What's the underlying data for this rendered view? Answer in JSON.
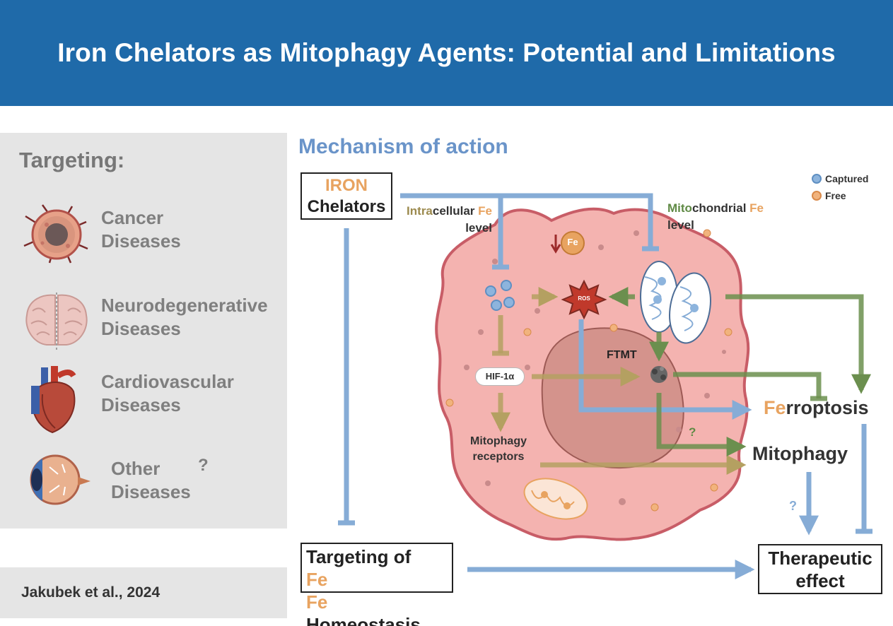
{
  "title": "Iron Chelators as Mitophagy Agents: Potential and Limitations",
  "targeting": {
    "heading": "Targeting:",
    "items": [
      {
        "line1": "Cancer",
        "line2": "Diseases",
        "icon": "tumor-icon"
      },
      {
        "line1": "Neurodegenerative",
        "line2": "Diseases",
        "icon": "brain-icon"
      },
      {
        "line1": "Cardiovascular",
        "line2": "Diseases",
        "icon": "heart-icon"
      },
      {
        "line1": "Other",
        "line2": "Diseases",
        "icon": "eye-icon",
        "mark": "?"
      }
    ]
  },
  "citation": "Jakubek et al., 2024",
  "mechanism": {
    "heading": "Mechanism of action",
    "iron_box": {
      "line1": "IRON",
      "line2": "Chelators"
    },
    "intracellular": {
      "part1": "Intra",
      "part2": "cellular ",
      "part3": "Fe",
      "line2": "level"
    },
    "mitochondrial": {
      "part1": "Mito",
      "part2": "chondrial ",
      "part3": "Fe",
      "line2": "level"
    },
    "legend": [
      {
        "label": "Captured",
        "color": "#8db4dd"
      },
      {
        "label": "Free",
        "color": "#f1b37d"
      }
    ],
    "fe_label": "Fe",
    "ros_label": "ROS",
    "hif_label": "HIF-1α",
    "ftmt_label": "FTMT",
    "mitophagy_receptors": {
      "line1": "Mitophagy",
      "line2": "receptors"
    },
    "ferroptosis": {
      "prefix": "Fe",
      "suffix": "rroptosis"
    },
    "mitophagy": "Mitophagy",
    "question_green": "?",
    "question_blue": "?",
    "targeting_box": {
      "line1_a": "Targeting of ",
      "line1_b": "Fe",
      "line2_a": "Fe",
      "line2_b": " Homeostasis"
    },
    "therapeutic_box": {
      "line1": "Therapeutic",
      "line2": "effect"
    }
  },
  "colors": {
    "header": "#1f6aa9",
    "blue_arrow": "#86acd6",
    "olive_arrow": "#b4a061",
    "green_arrow": "#6b8f4e",
    "cell": "#f4b3b0",
    "nucleus": "#c98880",
    "orange": "#e8a360"
  }
}
